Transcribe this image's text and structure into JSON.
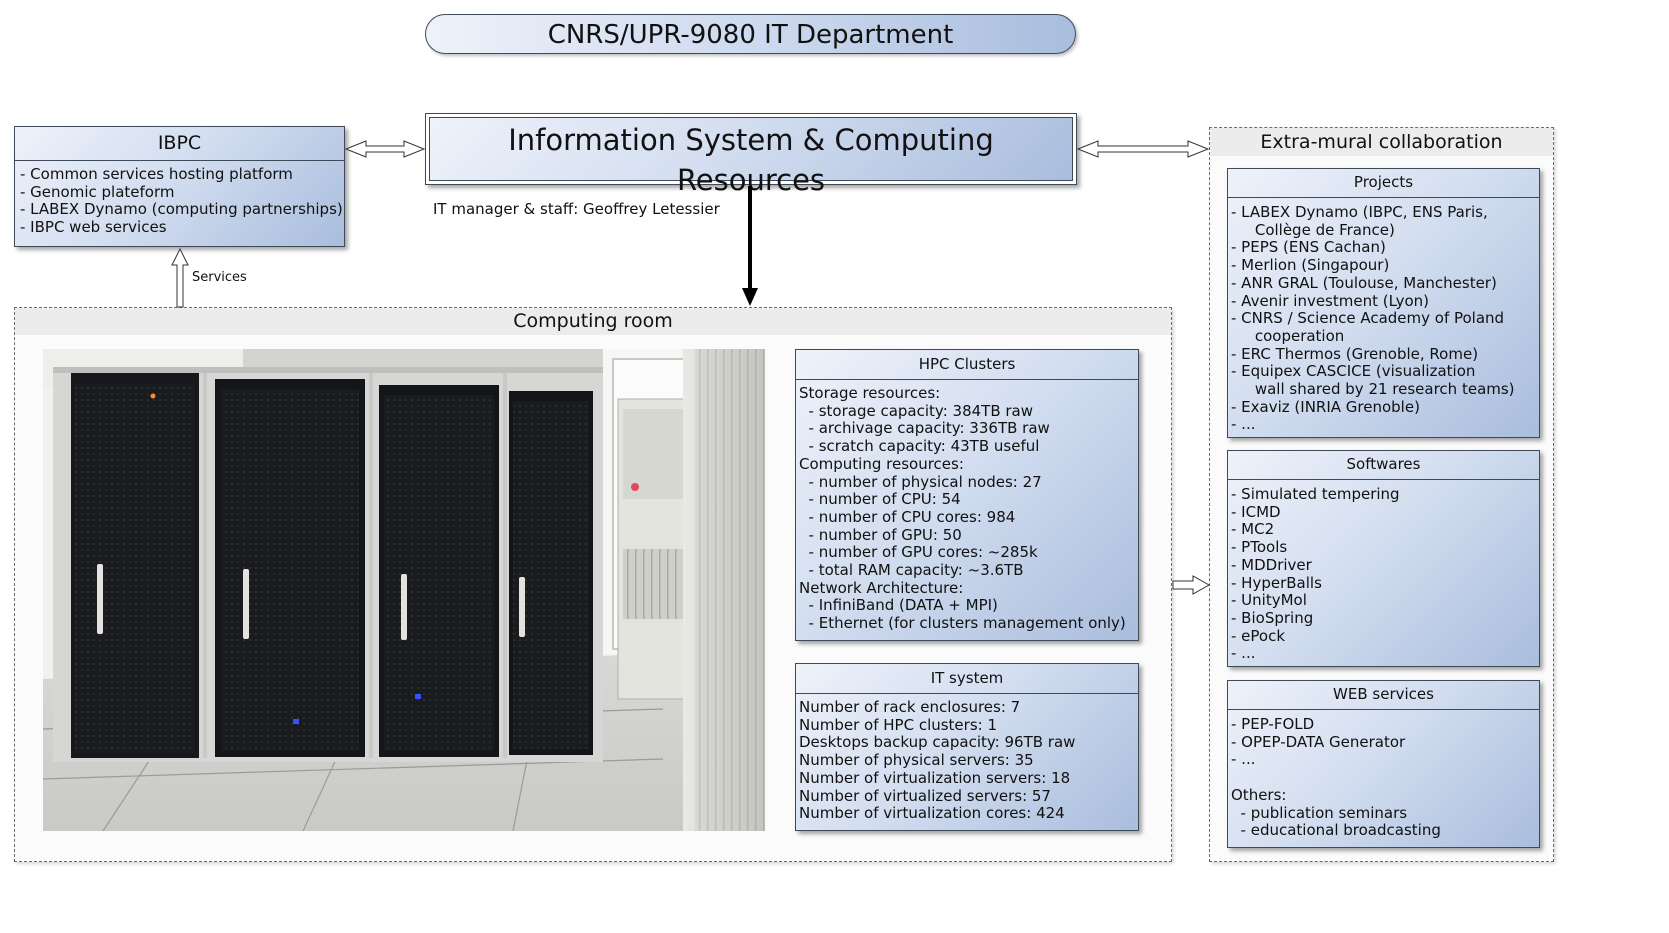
{
  "title": "CNRS/UPR-9080 IT Department",
  "main": {
    "title": "Information System & Computing Resources",
    "subtitle": "IT manager & staff: Geoffrey Letessier"
  },
  "ibpc": {
    "title": "IBPC",
    "items": [
      "- Common services hosting platform",
      "- Genomic plateform",
      "- LABEX Dynamo (computing partnerships)",
      "- IBPC web services"
    ]
  },
  "services_label": "Services",
  "computing_room": {
    "title": "Computing room",
    "hpc": {
      "title": "HPC Clusters",
      "lines": [
        "Storage resources:",
        "  - storage capacity: 384TB raw",
        "  - archivage capacity: 336TB raw",
        "  - scratch capacity: 43TB useful",
        "Computing resources:",
        "  - number of physical nodes: 27",
        "  - number of CPU: 54",
        "  - number of CPU cores: 984",
        "  - number of GPU: 50",
        "  - number of GPU cores: ~285k",
        "  - total RAM capacity: ~3.6TB",
        "Network Architecture:",
        "  - InfiniBand (DATA + MPI)",
        "  - Ethernet (for clusters management only)"
      ]
    },
    "it_system": {
      "title": "IT system",
      "lines": [
        "Number of rack enclosures: 7",
        "Number of HPC clusters: 1",
        "Desktops backup capacity: 96TB raw",
        "Number of physical servers: 35",
        "Number of virtualization servers: 18",
        "Number of virtualized servers: 57",
        "Number of virtualization cores: 424"
      ]
    }
  },
  "extra": {
    "title": "Extra-mural collaboration",
    "projects": {
      "title": "Projects",
      "lines": [
        "- LABEX Dynamo (IBPC, ENS Paris,",
        "     Collège de France)",
        "- PEPS (ENS Cachan)",
        "- Merlion (Singapour)",
        "- ANR GRAL (Toulouse, Manchester)",
        "- Avenir investment (Lyon)",
        "- CNRS / Science Academy of Poland",
        "     cooperation",
        "- ERC Thermos (Grenoble, Rome)",
        "- Equipex CASCICE (visualization",
        "     wall shared by 21 research teams)",
        "- Exaviz (INRIA Grenoble)",
        "- ..."
      ]
    },
    "softwares": {
      "title": "Softwares",
      "lines": [
        "- Simulated tempering",
        "- ICMD",
        "- MC2",
        "- PTools",
        "- MDDriver",
        "- HyperBalls",
        "- UnityMol",
        "- BioSpring",
        "- ePock",
        "- ..."
      ]
    },
    "web": {
      "title": "WEB services",
      "lines": [
        "- PEP-FOLD",
        "- OPEP-DATA Generator",
        "- ...",
        "",
        "Others:",
        "  - publication seminars",
        "  - educational broadcasting"
      ]
    }
  }
}
